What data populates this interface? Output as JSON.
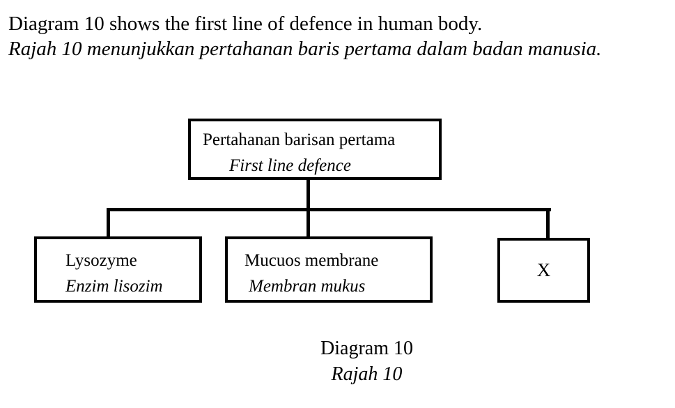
{
  "intro": {
    "en": "Diagram 10 shows the first line of defence in human body.",
    "ms": "Rajah 10 menunjukkan pertahanan baris pertama dalam badan manusia."
  },
  "diagram": {
    "root": {
      "ms": "Pertahanan barisan pertama",
      "en": "First line defence"
    },
    "children": [
      {
        "en": "Lysozyme",
        "ms": "Enzim lisozim"
      },
      {
        "en": "Mucuos membrane",
        "ms": "Membran mukus"
      },
      {
        "label": "X"
      }
    ]
  },
  "caption": {
    "en": "Diagram 10",
    "ms": "Rajah 10"
  }
}
